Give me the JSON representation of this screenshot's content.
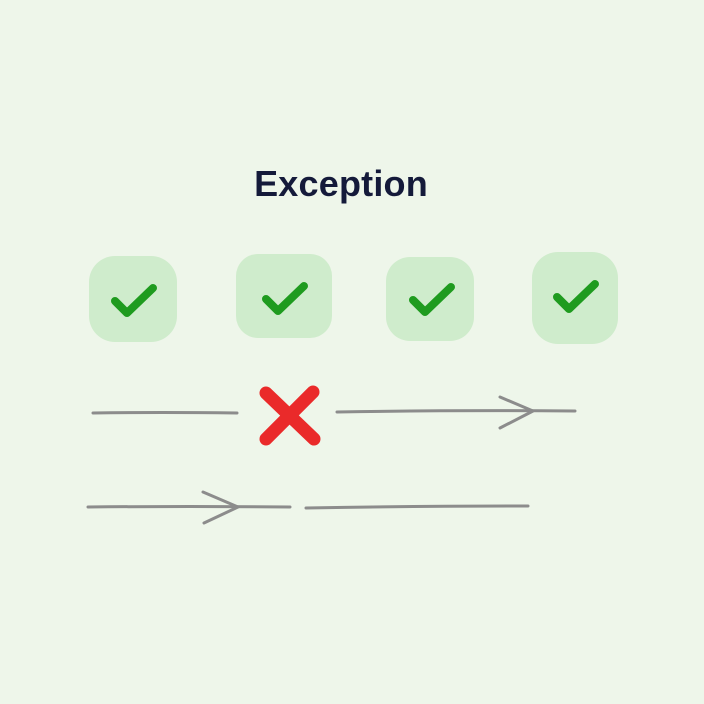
{
  "title": "Exception",
  "colors": {
    "background": "#eef6ea",
    "tile": "#cfeccc",
    "check": "#1f9b1f",
    "cross": "#ea2a2a",
    "line": "#8c8c8c",
    "title": "#141a3a"
  },
  "icons": {
    "success": "check-icon",
    "failure": "cross-icon",
    "direction": "arrow-right-icon"
  },
  "steps": [
    {
      "status": "success"
    },
    {
      "status": "success"
    },
    {
      "status": "success"
    },
    {
      "status": "success"
    }
  ]
}
